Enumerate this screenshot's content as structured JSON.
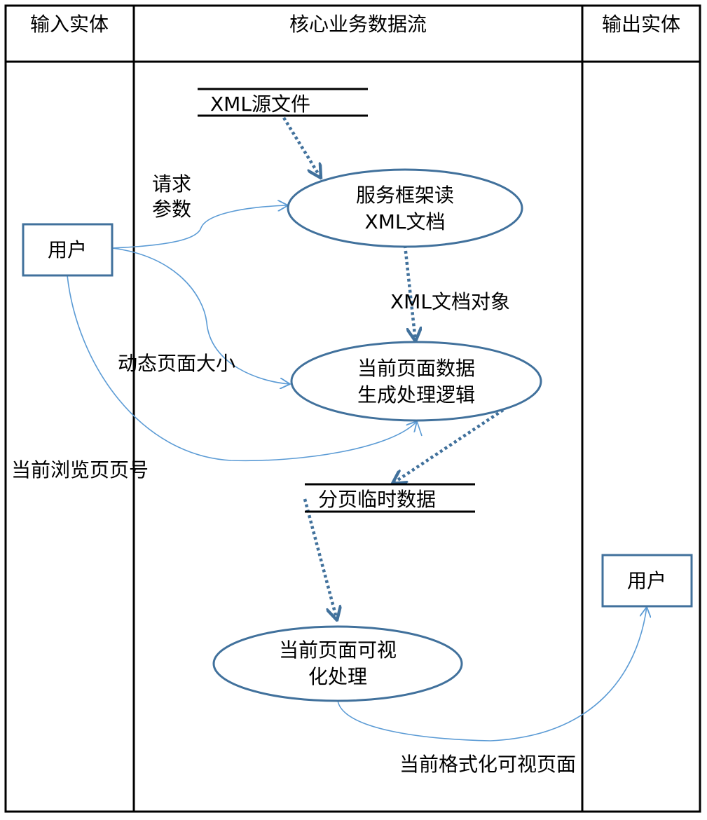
{
  "lanes": {
    "input": "输入实体",
    "core": "核心业务数据流",
    "output": "输出实体"
  },
  "entities": {
    "input_user": "用户",
    "output_user": "用户"
  },
  "data_stores": {
    "xml_source": "XML源文件",
    "paging_temp": "分页临时数据"
  },
  "processes": {
    "read_xml": [
      "服务框架读",
      "XML文档"
    ],
    "page_logic": [
      "当前页面数据",
      "生成处理逻辑"
    ],
    "visualize": [
      "当前页面可视",
      "化处理"
    ]
  },
  "flows": {
    "request_params": [
      "请求",
      "参数"
    ],
    "xml_doc_object": "XML文档对象",
    "dynamic_page_size": "动态页面大小",
    "current_page_no": "当前浏览页页号",
    "formatted_page": "当前格式化可视页面"
  },
  "colors": {
    "shape_stroke": "#41719c",
    "flow_line": "#5b9bd5",
    "border": "#000000"
  }
}
